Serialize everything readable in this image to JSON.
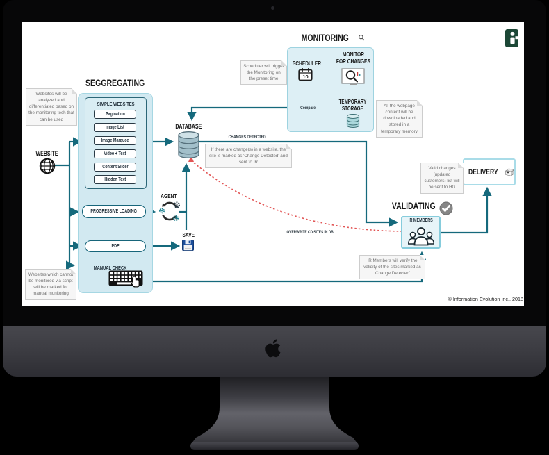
{
  "footer": {
    "copyright": "© Information Evolution Inc., 2018"
  },
  "colors": {
    "teal_line": "#15697c",
    "dotted_teal": "#2f8fa3",
    "light_blue_fill": "#d2e9f1",
    "box_border": "#9ed3e0",
    "red_dotted": "#e25555",
    "note_gray": "#f6f6f6",
    "logo_green": "#1c4736",
    "chin_gray": "#3a3a40"
  },
  "icons": {
    "monitoring": "magnifier-icon",
    "seggregating": "filter-circle-icon",
    "scheduler": "calendar-icon",
    "monitor_for_changes": "screen-magnifier-icon",
    "temporary_storage": "small-database-icon",
    "database": "database-cylinders-icon",
    "website": "globe-icon",
    "agent": "gears-cycle-icon",
    "save": "floppy-disk-icon",
    "manual_check": "keyboard-hand-icon",
    "validating": "check-circle-icon",
    "ir_members": "people-icon",
    "delivery": "package-icon",
    "brand": "information-evolution-logo",
    "device": "apple-logo"
  },
  "diagram": {
    "monitoring": {
      "title": "MONITORING",
      "scheduler": "SCHEDULER",
      "monitor_for_changes_line1": "MONITOR",
      "monitor_for_changes_line2": "FOR CHANGES",
      "compare": "Compare",
      "temporary_storage_line1": "TEMPORARY",
      "temporary_storage_line2": "STORAGE",
      "scheduler_note": "Scheduler will trigger the Monitoring on the preset time",
      "storage_note": "All the webpage content will be downloaded and stored in a temporary memory"
    },
    "seggregating": {
      "title": "SEGGREGATING",
      "analyze_note": "Websites will be analyzed and differentiated based on the monitoring tech that can be used",
      "simple_websites_title": "SIMPLE WEBSITES",
      "simple_websites_items": [
        "Pagination",
        "Image List",
        "Image Marquee",
        "Video + Text",
        "Content Slider",
        "Hidden Text"
      ],
      "progressive_loading": "PROGRESSIVE LOADING",
      "pdf": "PDF",
      "manual_check": "MANUAL CHECK",
      "manual_note": "Websites which cannot be monitored via script will be marked for manual monitoring"
    },
    "website": "WEBSITE",
    "database": "DATABASE",
    "agent": "AGENT",
    "save": "SAVE",
    "changes_detected": "CHANGES DETECTED",
    "changes_note": "If there are change(s) in a website, the site is marked as 'Change Detected' and sent to IR",
    "overwrite_label": "OVERWRITE CD SITES IN DB",
    "validating": {
      "title": "VALIDATING",
      "ir_members": "IR MEMBERS",
      "ir_note": "IR Members will verify the validity of the sites marked as 'Change Detected'"
    },
    "delivery": {
      "title": "DELIVERY",
      "delivery_note": "Valid changes (updated customers) list will be sent to HG"
    }
  }
}
